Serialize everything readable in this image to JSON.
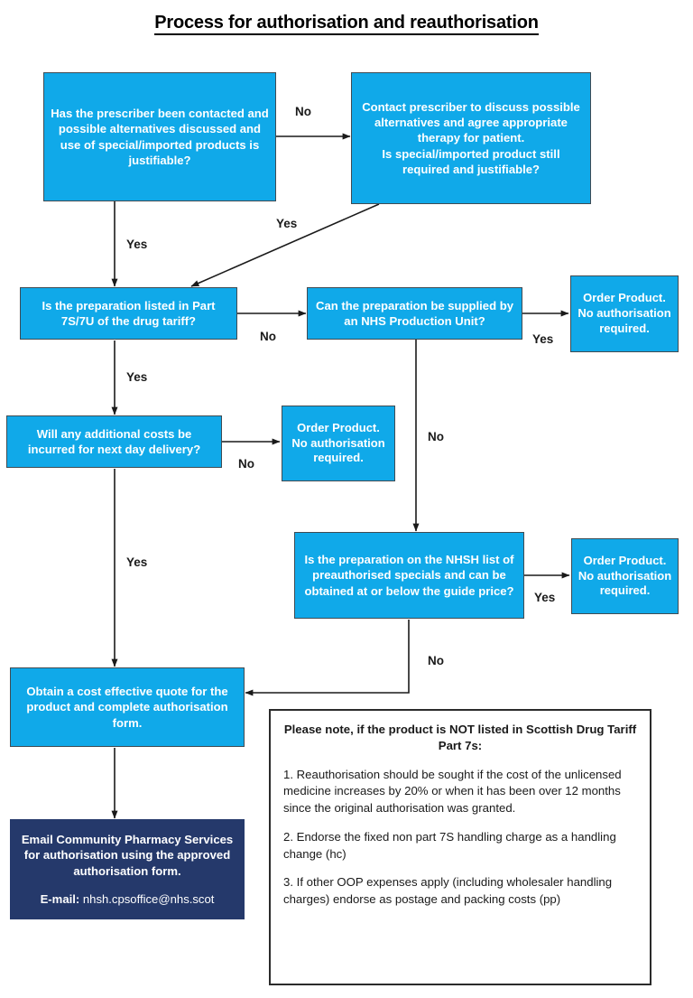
{
  "title": "Process for authorisation and reauthorisation",
  "colors": {
    "node_blue": "#10A9E9",
    "node_navy": "#25396B",
    "node_border": "#3f4b53",
    "text_light": "#ffffff",
    "text_dark": "#1a1a1a",
    "note_border": "#2b2b2b"
  },
  "nodes": {
    "prescriber_contacted": "Has the prescriber been contacted and possible alternatives discussed and use of special/imported products is justifiable?",
    "contact_prescriber": "Contact prescriber to discuss possible alternatives and agree appropriate therapy for patient.\nIs special/imported product still required and justifiable?",
    "part7s_listed": "Is the preparation listed in Part 7S/7U of the drug tariff?",
    "nhs_production_unit": "Can the preparation be supplied by an NHS Production Unit?",
    "order_product_1": "Order Product. No authorisation required.",
    "additional_costs": "Will any additional costs be incurred for next day delivery?",
    "order_product_2": "Order Product. No authorisation required.",
    "nhsh_preauthorised": "Is the preparation on the NHSH list of preauthorised specials and can be obtained at or below the guide price?",
    "order_product_3": "Order Product. No authorisation required.",
    "obtain_quote": "Obtain a cost effective quote for the product and complete authorisation form.",
    "email_cps_main": "Email Community Pharmacy Services for authorisation using the approved authorisation form.",
    "email_label": "E-mail:",
    "email_address": "nhsh.cpsoffice@nhs.scot"
  },
  "edge_labels": {
    "no_to_contact": "No",
    "yes_diagonal": "Yes",
    "yes_down_to_part7s": "Yes",
    "no_to_production_unit": "No",
    "yes_to_order_1": "Yes",
    "yes_down_to_costs": "Yes",
    "no_to_order_2": "No",
    "no_down_to_nhsh": "No",
    "yes_to_order_3": "Yes",
    "yes_down_to_quote": "Yes",
    "no_back_to_quote": "No"
  },
  "note": {
    "heading": "Please note, if the product is NOT listed in Scottish Drug Tariff Part 7s:",
    "items": [
      "1.  Reauthorisation should be sought if the cost of the unlicensed medicine increases by 20% or when it has been over 12 months since the original authorisation was granted.",
      "2. Endorse the fixed non part 7S handling charge as a handling change (hc)",
      "3. If other OOP expenses apply (including wholesaler handling charges) endorse as postage and packing costs (pp)"
    ]
  }
}
